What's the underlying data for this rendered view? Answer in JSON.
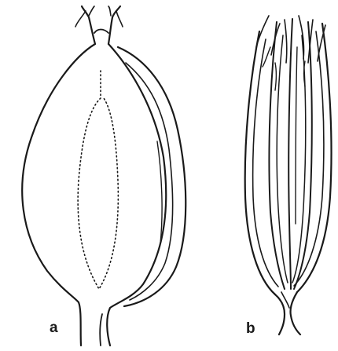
{
  "figure": {
    "panels": [
      {
        "id": "a",
        "label": "a"
      },
      {
        "id": "b",
        "label": "b"
      }
    ],
    "colors": {
      "ink": "#1a1a1a",
      "background": "#ffffff"
    }
  }
}
